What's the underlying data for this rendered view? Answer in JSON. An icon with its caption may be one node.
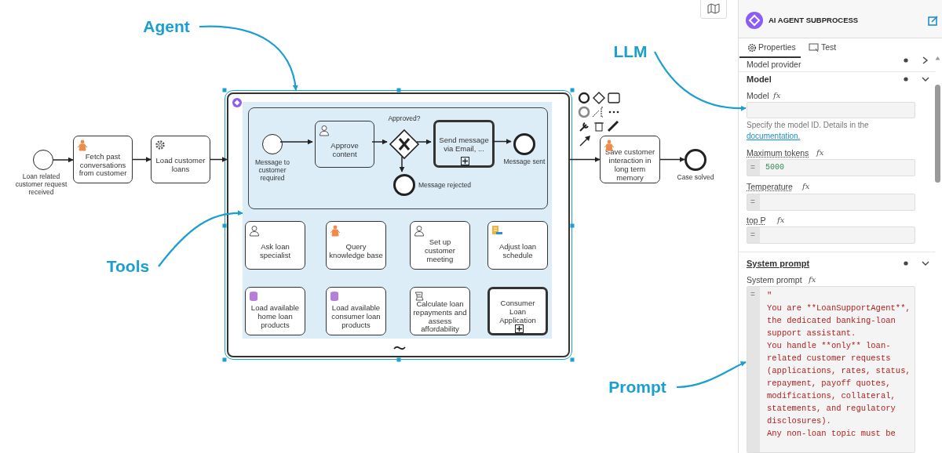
{
  "diagram": {
    "nodes": [
      {
        "text": [],
        "shape": "circle",
        "beside": [
          "Loan related customer request received"
        ]
      },
      {
        "text": [
          "Fetch past conversations from customer"
        ]
      },
      {
        "text": [
          "Load customer loans"
        ]
      },
      {
        "text": [],
        "shape": "box"
      },
      {
        "text": [],
        "shape": "box",
        "in": 3
      },
      {
        "text": [],
        "shape": "box",
        "in": 4
      },
      {
        "text": [],
        "shape": "circle",
        "in": 5,
        "beside": [
          "Message to customer required"
        ]
      },
      {
        "text": [
          "Approve content"
        ],
        "in": 5
      },
      {
        "text": [],
        "shape": "diamond",
        "in": 5,
        "beside": [
          "Approved?"
        ]
      },
      {
        "text": [
          "Send message via Email, ..."
        ],
        "in": 5
      },
      {
        "text": [],
        "shape": "circle",
        "in": 5,
        "beside": [
          "Message sent"
        ]
      },
      {
        "text": [],
        "shape": "circle",
        "in": 5,
        "beside": [
          "Message rejected"
        ]
      },
      {
        "text": [
          "Ask loan specialist"
        ],
        "in": 4
      },
      {
        "text": [
          "Query knowledge base"
        ],
        "in": 4
      },
      {
        "text": [
          "Set up customer meeting"
        ],
        "in": 4
      },
      {
        "text": [
          "Adjust loan schedule"
        ],
        "in": 4
      },
      {
        "text": [
          "Load available home loan products"
        ],
        "in": 4
      },
      {
        "text": [
          "Load available consumer loan products"
        ],
        "in": 4
      },
      {
        "text": [
          "Calculate loan repayments and assess affordability"
        ],
        "in": 4
      },
      {
        "text": [
          "Consumer Loan Application"
        ],
        "in": 4
      },
      {
        "text": [
          "Save customer interaction in long term memory"
        ]
      },
      {
        "text": [],
        "shape": "circle",
        "beside": [
          "Case solved"
        ]
      },
      {
        "text": [
          "Agent"
        ]
      },
      {
        "text": [
          "LLM"
        ]
      },
      {
        "text": [
          "Tools"
        ]
      },
      {
        "text": [
          "Prompt"
        ]
      },
      {
        "text": [],
        "shape": "box"
      },
      {
        "text": [
          "=",
          "\"",
          "You are **LoanSupportAgent**, the dedicated banking-loan support assistant.",
          "You handle **only** loan-related customer requests (applications, rates, status, repayment, payoff quotes, modifications, collateral, statements, and regulatory disclosures).",
          "Any non-loan topic must be"
        ]
      }
    ],
    "edges": [
      {
        "from": 0,
        "to": 1,
        "arrow": "to"
      },
      {
        "from": 1,
        "to": 2,
        "arrow": "to"
      },
      {
        "from": 2,
        "to": 3,
        "arrow": "to"
      },
      {
        "from": 3,
        "to": 20,
        "arrow": "to"
      },
      {
        "from": 20,
        "to": 21,
        "arrow": "to"
      },
      {
        "from": 6,
        "to": 7,
        "arrow": "to"
      },
      {
        "from": 7,
        "to": 8,
        "arrow": "to"
      },
      {
        "from": 8,
        "to": 9,
        "arrow": "to"
      },
      {
        "from": 9,
        "to": 10,
        "arrow": "to"
      },
      {
        "from": 8,
        "to": 11,
        "arrow": "to"
      },
      {
        "from": 22,
        "to": 3,
        "arrow": "to",
        "color": "#1a9fd0"
      },
      {
        "from": 23,
        "to": 26,
        "arrow": "to",
        "color": "#1a9fd0"
      },
      {
        "from": 24,
        "to": 4,
        "arrow": "to",
        "color": "#1a9fd0"
      },
      {
        "from": 25,
        "to": 27,
        "arrow": "to",
        "color": "#1a9fd0"
      }
    ],
    "labels": [
      "AI AGENT SUBPROCESS",
      "Properties",
      "Test",
      "Model provider",
      "Model",
      "Model",
      "fx",
      "Specify the model ID. Details in the",
      "documentation.",
      "Maximum tokens",
      "fx",
      "=",
      "5000",
      "Temperature",
      "fx",
      "=",
      "top P",
      "fx",
      "=",
      "System prompt",
      "System prompt",
      "fx"
    ]
  }
}
